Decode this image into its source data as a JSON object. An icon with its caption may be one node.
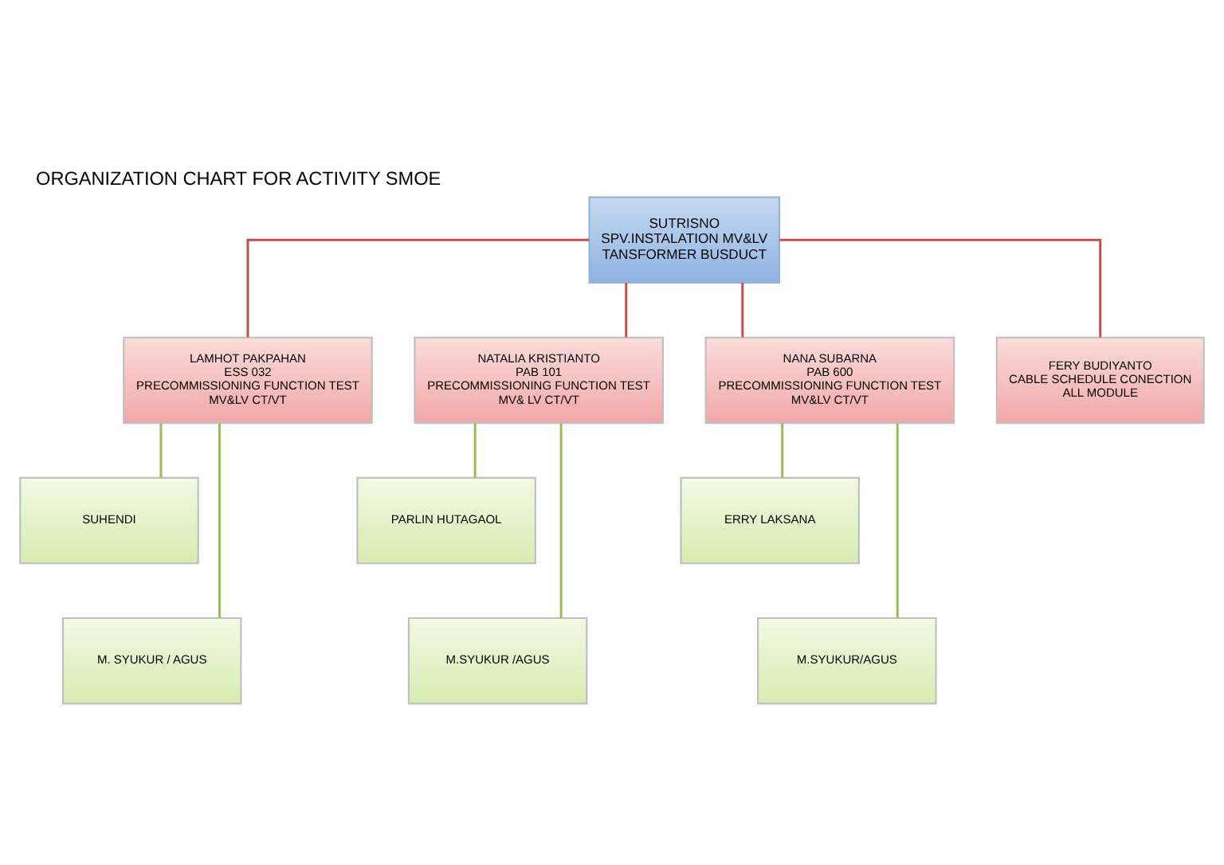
{
  "diagram": {
    "title": "ORGANIZATION CHART FOR ACTIVITY SMOE",
    "nodes": [
      {
        "text": [
          "SUTRISNO",
          "SPV.INSTALATION MV&LV",
          "TANSFORMER BUSDUCT"
        ]
      },
      {
        "text": [
          "LAMHOT PAKPAHAN",
          "ESS 032",
          "PRECOMMISSIONING FUNCTION TEST",
          "MV&LV CT/VT"
        ]
      },
      {
        "text": [
          "NATALIA KRISTIANTO",
          "PAB 101",
          "PRECOMMISSIONING FUNCTION TEST",
          "MV& LV CT/VT"
        ]
      },
      {
        "text": [
          "NANA SUBARNA",
          "PAB 600",
          "PRECOMMISSIONING FUNCTION TEST",
          "MV&LV CT/VT"
        ]
      },
      {
        "text": [
          "FERY BUDIYANTO",
          "CABLE SCHEDULE CONECTION",
          "ALL MODULE"
        ]
      },
      {
        "text": [
          "SUHENDI"
        ]
      },
      {
        "text": [
          "PARLIN HUTAGAOL"
        ]
      },
      {
        "text": [
          "ERRY LAKSANA"
        ]
      },
      {
        "text": [
          "M. SYUKUR / AGUS"
        ]
      },
      {
        "text": [
          "M.SYUKUR /AGUS"
        ]
      },
      {
        "text": [
          "M.SYUKUR/AGUS"
        ]
      }
    ],
    "edges": [
      {
        "from": 0,
        "to": 1,
        "arrow": "none",
        "color": "#c0504d"
      },
      {
        "from": 0,
        "to": 2,
        "arrow": "none",
        "color": "#c0504d"
      },
      {
        "from": 0,
        "to": 3,
        "arrow": "none",
        "color": "#c0504d"
      },
      {
        "from": 0,
        "to": 4,
        "arrow": "none",
        "color": "#c0504d"
      },
      {
        "from": 1,
        "to": 5,
        "arrow": "none"
      },
      {
        "from": 1,
        "to": 8,
        "arrow": "none"
      },
      {
        "from": 2,
        "to": 6,
        "arrow": "none"
      },
      {
        "from": 2,
        "to": 9,
        "arrow": "none"
      },
      {
        "from": 3,
        "to": 7,
        "arrow": "none"
      },
      {
        "from": 3,
        "to": 10,
        "arrow": "none"
      }
    ]
  }
}
